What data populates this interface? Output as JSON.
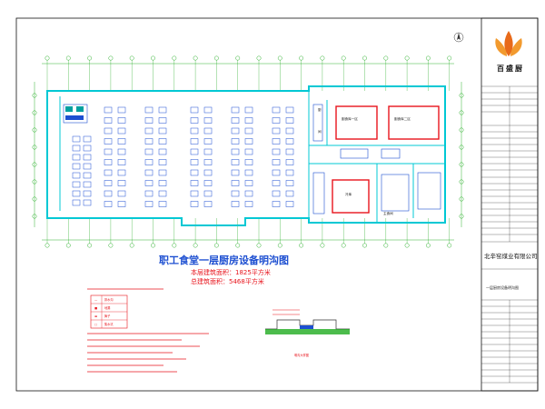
{
  "drawing": {
    "title": "职工食堂一层厨房设备明沟图",
    "area_this_floor": "本层建筑面积：1825平方米",
    "area_total": "总建筑面积：5468平方米"
  },
  "rooms": {
    "kitchen_left": "厨",
    "kitchen_right": "间",
    "storage_1": "副食库一区",
    "storage_2": "副食库二区",
    "cold_room": "冷库",
    "office": "主食间"
  },
  "legend": {
    "rows": [
      {
        "symbol": "—",
        "text": "排水沟"
      },
      {
        "symbol": "■",
        "text": "地漏"
      },
      {
        "symbol": "▬",
        "text": "箅子"
      },
      {
        "symbol": "□",
        "text": "集水坑"
      }
    ]
  },
  "section_label": "明沟大样图",
  "title_block": {
    "brand": "百盛厨",
    "company": "北辛窑煤业有限公司",
    "drawing_name": "一层厨房设备明沟图"
  },
  "colors": {
    "wall": "#00c8d4",
    "fixture": "#1d4fd1",
    "accent": "#e8141c",
    "grid": "#00a000"
  }
}
